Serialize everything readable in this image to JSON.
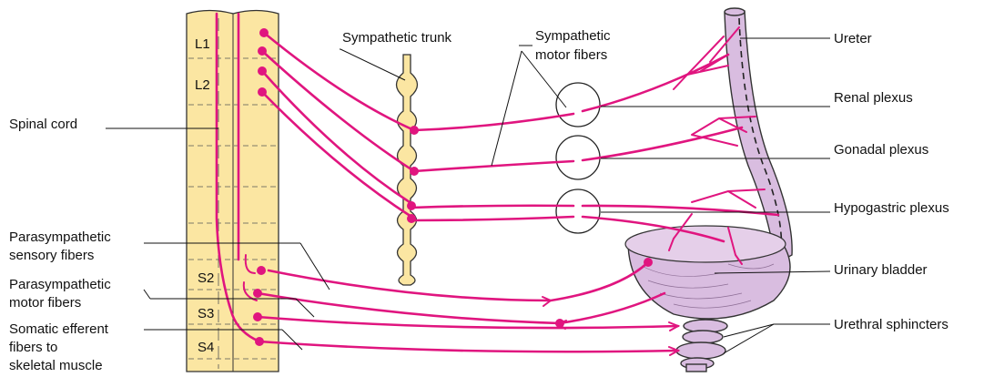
{
  "segments": {
    "l1": "L1",
    "l2": "L2",
    "s2": "S2",
    "s3": "S3",
    "s4": "S4"
  },
  "labels": {
    "sympathetic_trunk": "Sympathetic trunk",
    "sympathetic_motor_fibers_1": "Sympathetic",
    "sympathetic_motor_fibers_2": "motor fibers",
    "ureter": "Ureter",
    "renal_plexus": "Renal plexus",
    "gonadal_plexus": "Gonadal plexus",
    "hypogastric_plexus": "Hypogastric plexus",
    "spinal_cord": "Spinal cord",
    "parasympathetic_sensory_1": "Parasympathetic",
    "parasympathetic_sensory_2": "sensory fibers",
    "parasympathetic_motor_1": "Parasympathetic",
    "parasympathetic_motor_2": "motor fibers",
    "somatic_efferent_1": "Somatic efferent",
    "somatic_efferent_2": "fibers to",
    "somatic_efferent_3": "skeletal muscle",
    "urinary_bladder": "Urinary bladder",
    "urethral_sphincters": "Urethral sphincters"
  },
  "colors": {
    "nerve": "#e0157f",
    "spinal_cord": "#fbe6a2",
    "organ": "#d9bde0"
  }
}
